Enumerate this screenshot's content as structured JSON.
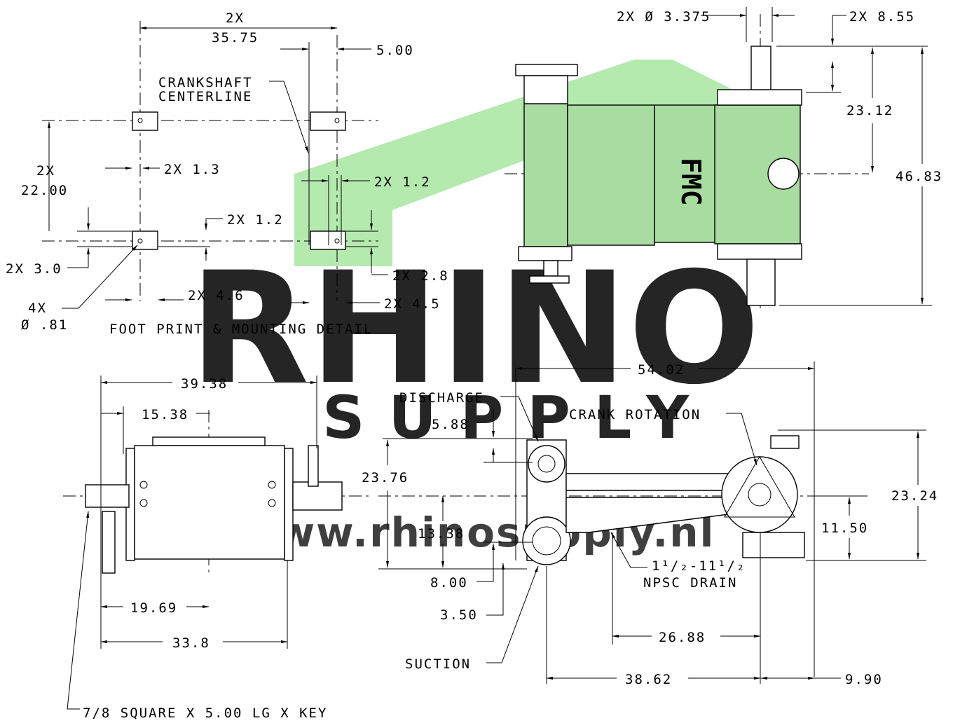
{
  "watermark": {
    "brand": "RHINO",
    "tag": "SUPPLY",
    "url": "www.rhinosupply.nl",
    "brand_color": "#b0b0b0",
    "accent_color": "#6fdc6f",
    "roof_color": "#a8e6a0"
  },
  "footprint": {
    "title": "FOOT PRINT & MOUNTING DETAIL",
    "span_count": "2X",
    "span_value": "35.75",
    "offset": "5.00",
    "crankshaft_label_1": "CRANKSHAFT",
    "crankshaft_label_2": "CENTERLINE",
    "height_count": "2X",
    "height_value": "22.00",
    "w13": "2X 1.3",
    "w12a": "2X 1.2",
    "w12b": "2X 1.2",
    "h30": "2X 3.0",
    "h28": "2X 2.8",
    "w46": "2X 4.6",
    "w45": "2X 4.5",
    "holes_count": "4X",
    "holes_dia": "Ø .81"
  },
  "top_view": {
    "shaft_dia": "2X  Ø 3.375",
    "shaft_len": "2X 8.55",
    "h2312": "23.12",
    "h4683": "46.83",
    "brand_mark": "FMC"
  },
  "end_view": {
    "w3938": "39.38",
    "w1538": "15.38",
    "w1969": "19.69",
    "w338": "33.8",
    "key_note": "7/8 SQUARE X 5.00 LG X KEY"
  },
  "side_view": {
    "w5402": "54.02",
    "discharge": "DISCHARGE",
    "d588": "5.88",
    "crank_rotation": "CRANK ROTATION",
    "h2376": "23.76",
    "h1338": "13.38",
    "h2324": "23.24",
    "h1150": "11.50",
    "h800": "8.00",
    "h350": "3.50",
    "drain_size": "1¹/₂-11¹/₂",
    "drain_label": "NPSC DRAIN",
    "w2688": "26.88",
    "suction": "SUCTION",
    "w3862": "38.62",
    "w990": "9.90"
  }
}
